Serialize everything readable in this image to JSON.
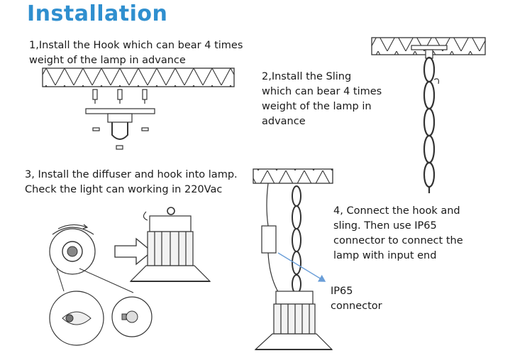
{
  "header": {
    "title": "Installation"
  },
  "steps": {
    "step1": {
      "line1": "1,Install the Hook which can bear 4 times",
      "line2": "weight of the lamp in advance"
    },
    "step2": {
      "line1": "2,Install the Sling",
      "line2": "which can bear 4 times",
      "line3": "weight of the lamp in",
      "line4": "advance"
    },
    "step3": {
      "line1": "3, Install the diffuser and hook into lamp.",
      "line2": "Check the light can working in 220Vac"
    },
    "step4": {
      "line1": "4, Connect the hook and",
      "line2": "sling. Then use IP65",
      "line3": "connector to connect the",
      "line4": "lamp with input end"
    }
  },
  "labels": {
    "ip65_line1": "IP65",
    "ip65_line2": "connector"
  },
  "colors": {
    "title": "#2f8fcf",
    "line": "#333333",
    "arrow_blue": "#6a9ed8"
  }
}
